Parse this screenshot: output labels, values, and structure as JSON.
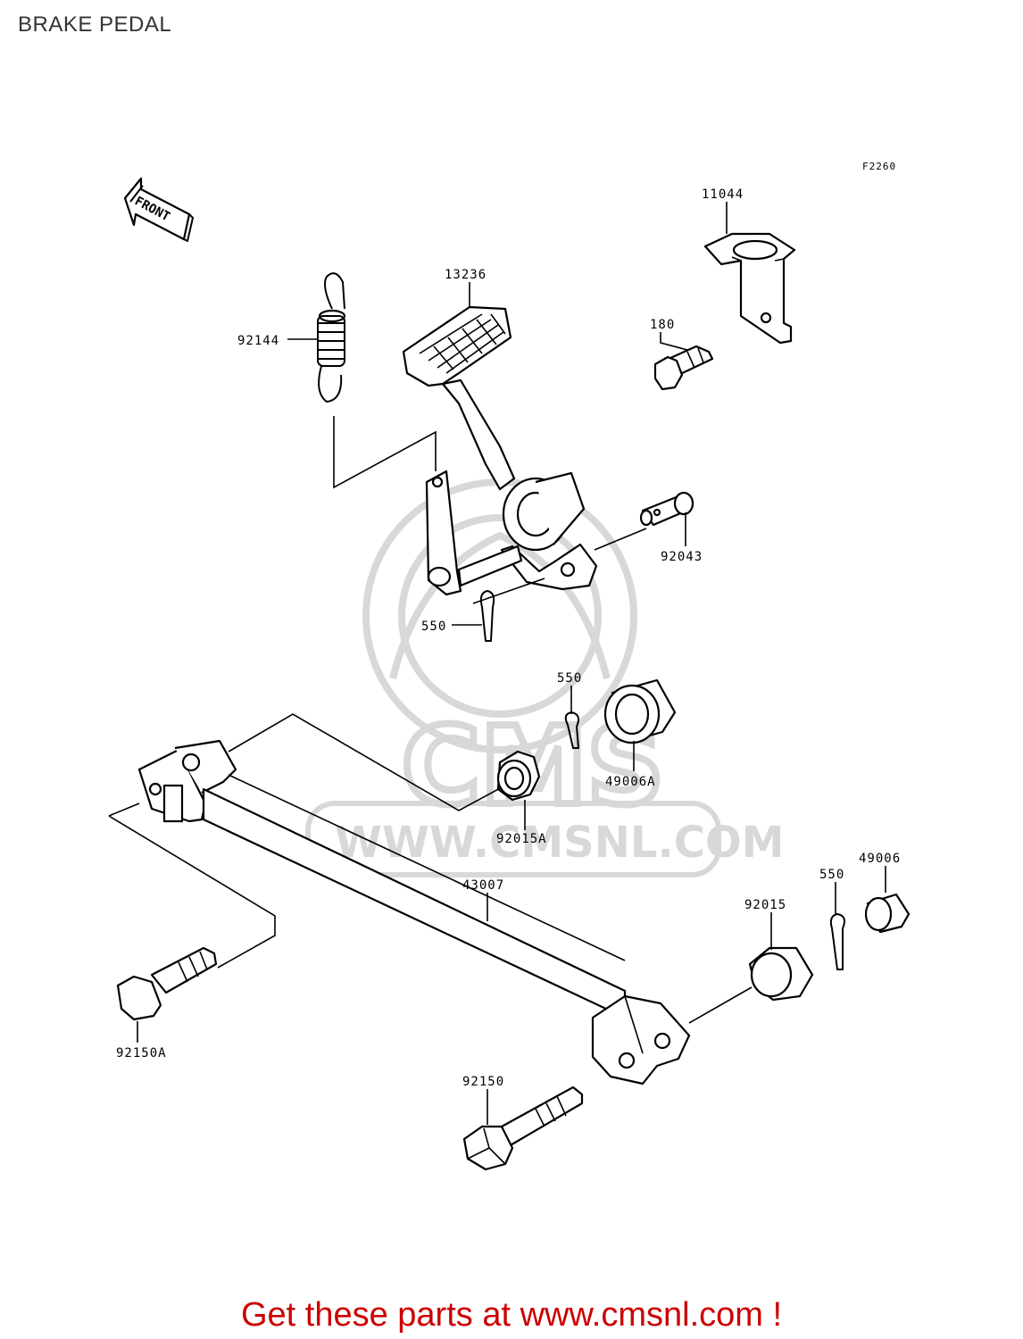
{
  "page": {
    "title": "BRAKE PEDAL"
  },
  "diagram": {
    "figure_code": "F2260",
    "front_marker": "FRONT",
    "watermark": {
      "logo_text": "CMS",
      "url_text": "WWW.CMSNL.COM"
    },
    "part_labels": {
      "p11044": "11044",
      "p13236": "13236",
      "p92144": "92144",
      "p180": "180",
      "p92043": "92043",
      "p550a": "550",
      "p550b": "550",
      "p49006A": "49006A",
      "p92015A": "92015A",
      "p43007": "43007",
      "p550c": "550",
      "p49006": "49006",
      "p92015": "92015",
      "p92150A": "92150A",
      "p92150": "92150"
    }
  },
  "footer": {
    "cta": "Get these parts at www.cmsnl.com !"
  }
}
